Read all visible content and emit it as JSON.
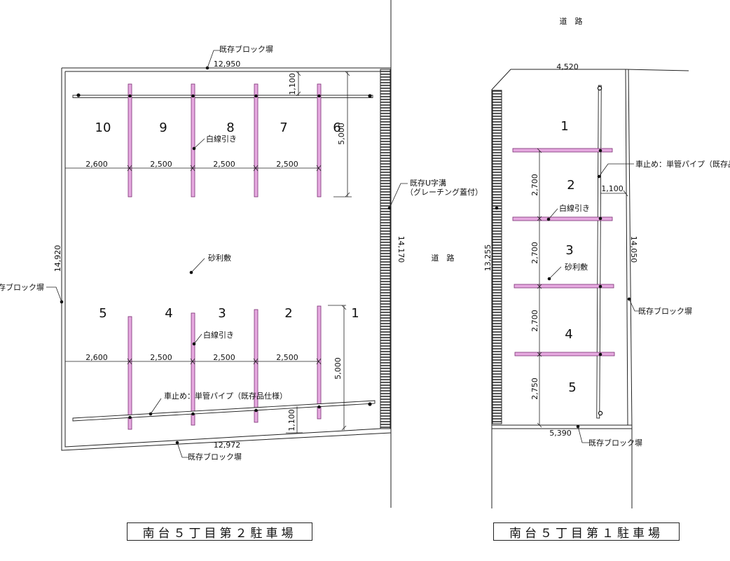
{
  "lot2": {
    "title": "南台５丁目第２駐車場",
    "wall_top": "既存ブロック塀",
    "wall_left": "既存ブロック塀",
    "wall_bottom": "既存ブロック塀",
    "dim_top": "12,950",
    "dim_bottom": "12,972",
    "dim_left": "14,920",
    "dim_right": "14,170",
    "dim_upper_depth": "5,000",
    "dim_lower_depth": "5,000",
    "dim_upper_offset": "1,100",
    "dim_lower_offset": "1,100",
    "upper_widths": [
      "2,600",
      "2,500",
      "2,500",
      "2,500"
    ],
    "lower_widths": [
      "2,600",
      "2,500",
      "2,500",
      "2,500"
    ],
    "upper_spaces": [
      "10",
      "9",
      "8",
      "7",
      "6"
    ],
    "lower_spaces": [
      "5",
      "4",
      "3",
      "2",
      "1"
    ],
    "white_line_upper": "白線引き",
    "white_line_lower": "白線引き",
    "gravel": "砂利敷",
    "wheel_stop": "車止め：単管パイプ（既存品仕様）",
    "gutter_line1": "既存U字溝",
    "gutter_line2": "（グレーチング蓋付）"
  },
  "road_top": "道　路",
  "road_middle": "道　路",
  "lot1": {
    "title": "南台５丁目第１駐車場",
    "dim_top": "4,520",
    "dim_bottom": "5,390",
    "dim_left": "13,255",
    "dim_right": "14,050",
    "dim_offset": "1,100",
    "spacing_dims": [
      "2,700",
      "2,700",
      "2,700",
      "2,750"
    ],
    "spaces": [
      "1",
      "2",
      "3",
      "4",
      "5"
    ],
    "wheel_stop": "車止め：単管パイプ（既存品",
    "white_line": "白線引き",
    "gravel": "砂利敷",
    "wall_right": "既存ブロック塀",
    "wall_bottom": "既存ブロック塀"
  },
  "colors": {
    "parking_line": "#e6a9e0",
    "parking_line_stroke": "#7a2f73"
  }
}
